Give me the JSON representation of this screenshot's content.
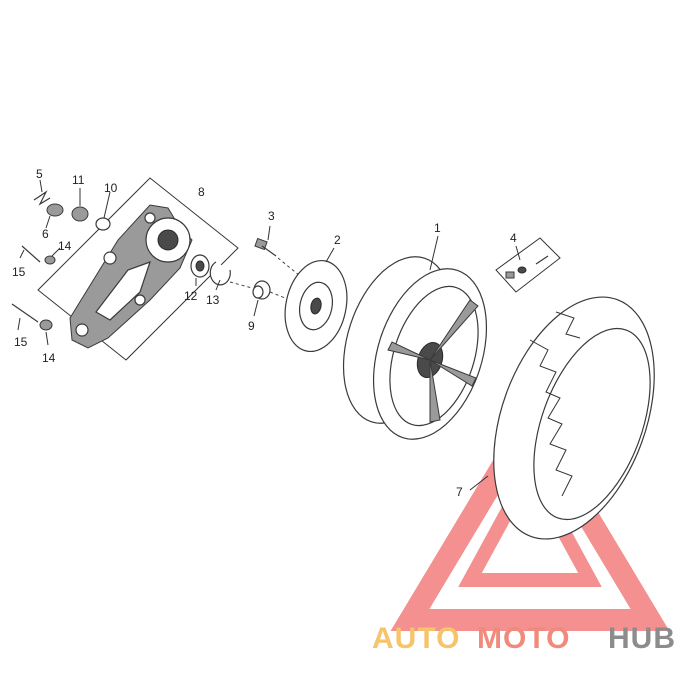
{
  "callouts": {
    "c1": "1",
    "c2": "2",
    "c3": "3",
    "c4": "4",
    "c5": "5",
    "c6": "6",
    "c7": "7",
    "c8": "8",
    "c9": "9",
    "c10": "10",
    "c11": "11",
    "c12": "12",
    "c13": "13",
    "c14a": "14",
    "c14b": "14",
    "c15a": "15",
    "c15b": "15"
  },
  "watermark": {
    "part1": "AUTO",
    "part2": "MOTO",
    "part3": "HUB",
    "colors": {
      "auto": "#f5c46b",
      "moto": "#f08a7a",
      "hub": "#8c8c8c",
      "triangle": "#f26b6b"
    }
  }
}
